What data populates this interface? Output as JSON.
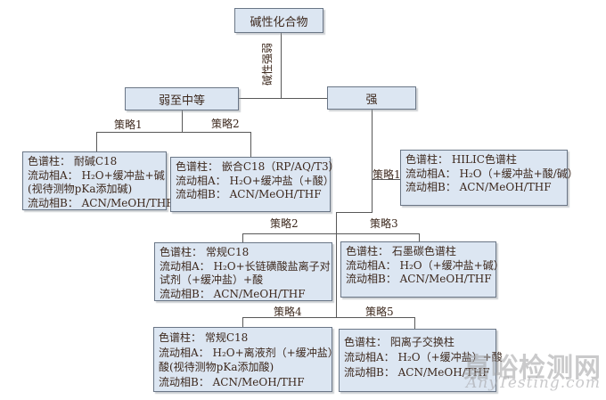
{
  "flowchart": {
    "root": {
      "label": "碱性化合物"
    },
    "axis_label": "碱性强弱",
    "level1": [
      {
        "id": "weak-to-medium",
        "label": "弱至中等"
      },
      {
        "id": "strong",
        "label": "强"
      }
    ],
    "strategy_labels": [
      {
        "id": "weak-strategy-1",
        "text": "策略1"
      },
      {
        "id": "weak-strategy-2",
        "text": "策略2"
      },
      {
        "id": "strong-strategy-1",
        "text": "策略1"
      },
      {
        "id": "strong-strategy-2",
        "text": "策略2"
      },
      {
        "id": "strong-strategy-3",
        "text": "策略3"
      },
      {
        "id": "strong-strategy-4",
        "text": "策略4"
      },
      {
        "id": "strong-strategy-5",
        "text": "策略5"
      }
    ],
    "method_boxes": [
      {
        "id": "alkali-resistant-c18",
        "lines": [
          "色谱柱： 耐碱C18",
          "流动相A： H₂O+缓冲盐+碱",
          "(视待测物pKa添加碱)",
          "流动相B： ACN/MeOH/THF"
        ]
      },
      {
        "id": "hybrid-c18",
        "lines": [
          "色谱柱： 嵌合C18（RP/AQ/T3）",
          "流动相A： H₂O+缓冲盐（+酸）",
          "流动相B： ACN/MeOH/THF"
        ]
      },
      {
        "id": "hilic-column",
        "lines": [
          "色谱柱： HILIC色谱柱",
          "流动相A： H₂O（+缓冲盐+酸/碱）",
          "流动相B： ACN/MeOH/THF"
        ]
      },
      {
        "id": "regular-c18-ion-pair",
        "lines": [
          "色谱柱： 常规C18",
          "流动相A： H₂O+长链磺酸盐离子对",
          "试剂（+缓冲盐）+酸",
          "流动相B： ACN/MeOH/THF"
        ]
      },
      {
        "id": "graphite-carbon-column",
        "lines": [
          "色谱柱： 石墨碳色谱柱",
          "流动相A： H₂O（+缓冲盐+碱）",
          "流动相B： ACN/MeOH/THF"
        ]
      },
      {
        "id": "regular-c18-chaotrope",
        "lines": [
          "色谱柱： 常规C18",
          "流动相A： H₂O+离液剂（+缓冲盐）+",
          "酸(视待测物pKa添加酸)",
          "流动相B： ACN/MeOH/THF"
        ]
      },
      {
        "id": "cation-exchange-column",
        "lines": [
          "色谱柱： 阳离子交换柱",
          "流动相A： H₂O（+缓冲盐）+酸",
          "流动相B： ACN/MeOH/THF"
        ]
      }
    ]
  },
  "watermark": {
    "site_name": "嘉峪检测网",
    "domain": "AnyTesting.com"
  },
  "colors": {
    "box_fill": "#dce6f2",
    "box_border": "#6a7686",
    "connector": "#585858",
    "text": "#3c281d",
    "watermark": "#9e9ea0"
  }
}
